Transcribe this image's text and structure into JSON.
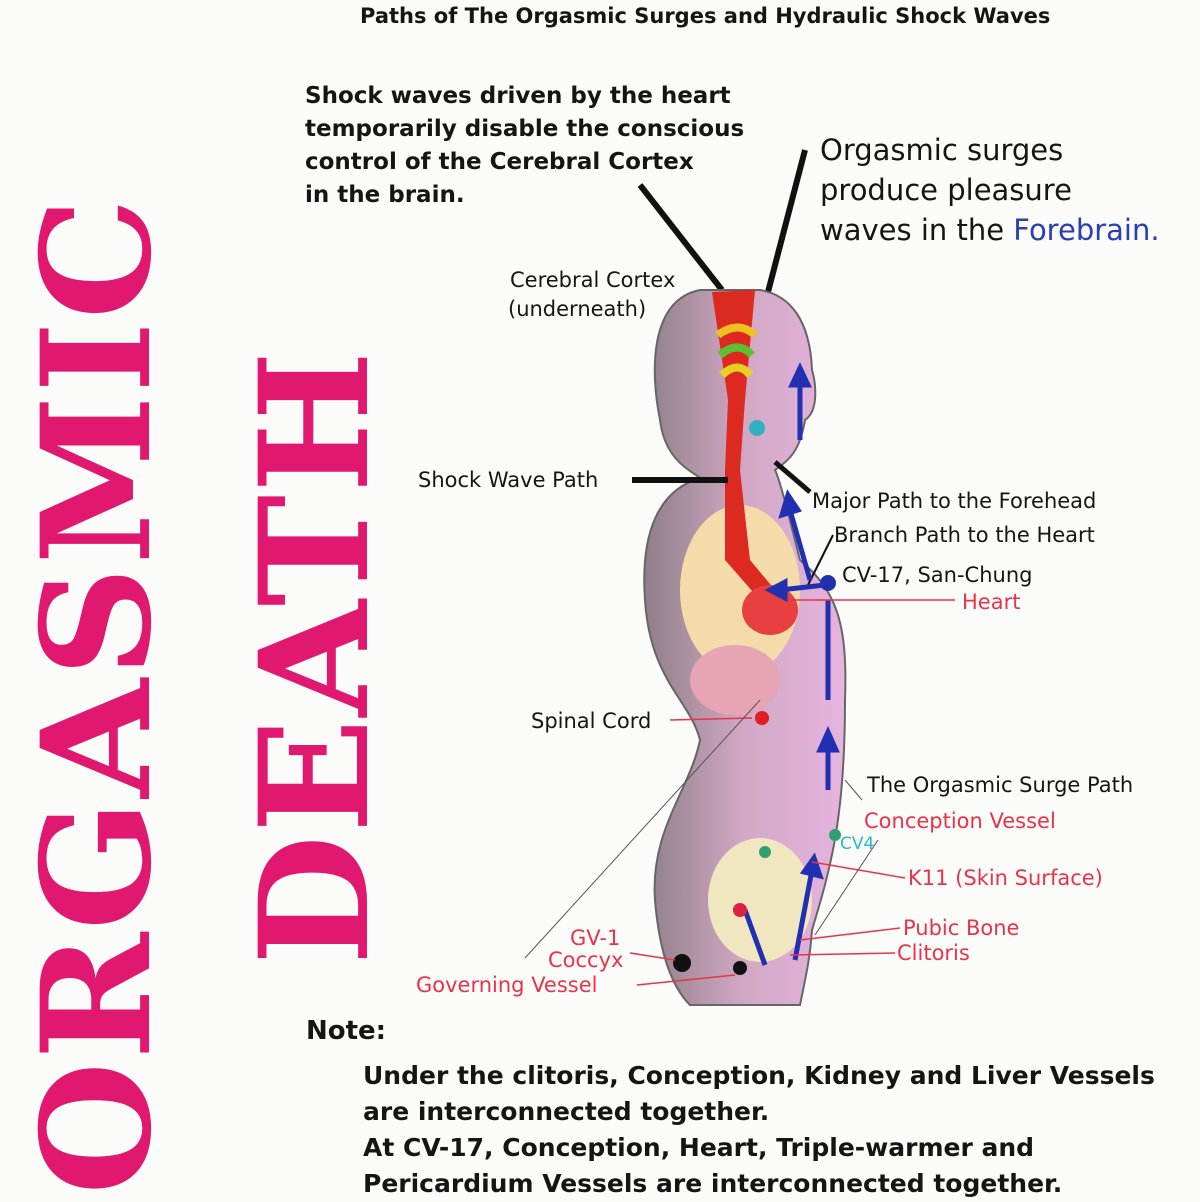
{
  "cover": {
    "word1": "ORGASMIC",
    "word2": "DEATH"
  },
  "title": "Paths of The Orgasmic Surges and Hydraulic Shock Waves",
  "caption_left": [
    "Shock waves driven by the heart",
    "temporarily disable the conscious",
    "control of the Cerebral Cortex",
    "in the brain."
  ],
  "caption_right": {
    "line1": "Orgasmic surges",
    "line2": "produce pleasure",
    "line3_prefix": "waves in the ",
    "line3_highlight": "Forebrain."
  },
  "labels": {
    "cortex1": "Cerebral Cortex",
    "cortex2": "(underneath)",
    "shock_path": "Shock Wave Path",
    "major_path": "Major Path to the Forehead",
    "branch_path": "Branch Path to the Heart",
    "cv17": "CV-17, San-Chung",
    "heart": "Heart",
    "spinal": "Spinal Cord",
    "surge_path": "The Orgasmic Surge Path",
    "conception": "Conception Vessel",
    "cv4": "CV4",
    "k11": "K11 (Skin Surface)",
    "pubic": "Pubic Bone",
    "clitoris": "Clitoris",
    "gv1": "GV-1",
    "coccyx": "Coccyx",
    "governing": "Governing Vessel"
  },
  "note": {
    "heading": "Note:",
    "lines": [
      "Under the clitoris, Conception, Kidney and Liver Vessels",
      "are interconnected together.",
      "At CV-17, Conception, Heart, Triple-warmer and",
      "Pericardium Vessels are interconnected together."
    ]
  },
  "colors": {
    "title_pink": "#e0186f",
    "label_red": "#e8334a",
    "forebrain_blue": "#2a3fb0",
    "cv4_cyan": "#2bb5d0"
  }
}
